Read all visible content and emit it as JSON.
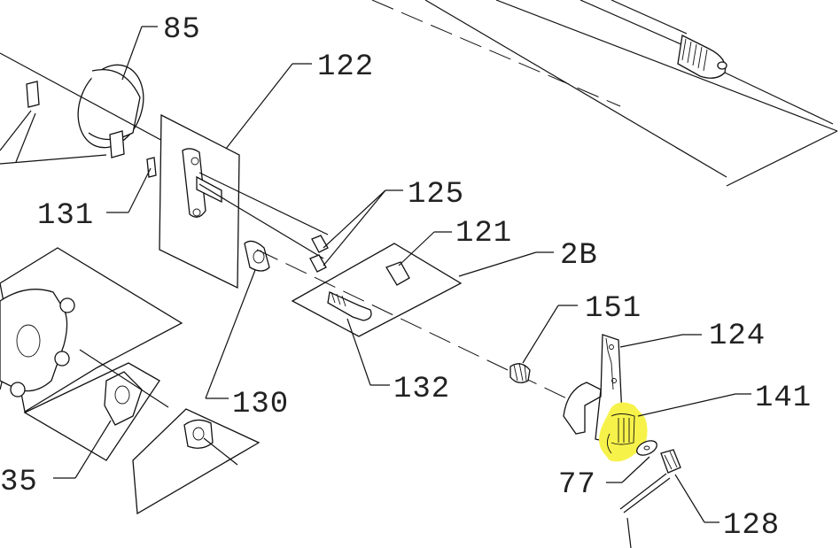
{
  "diagram": {
    "callouts": {
      "c85": "85",
      "c122": "122",
      "c131": "131",
      "c125": "125",
      "c121": "121",
      "c2b": "2B",
      "c151": "151",
      "c124": "124",
      "c141": "141",
      "c130": "130",
      "c132": "132",
      "c77": "77",
      "c128": "128",
      "c35": "35"
    },
    "highlight_color": "#f7f24a"
  }
}
